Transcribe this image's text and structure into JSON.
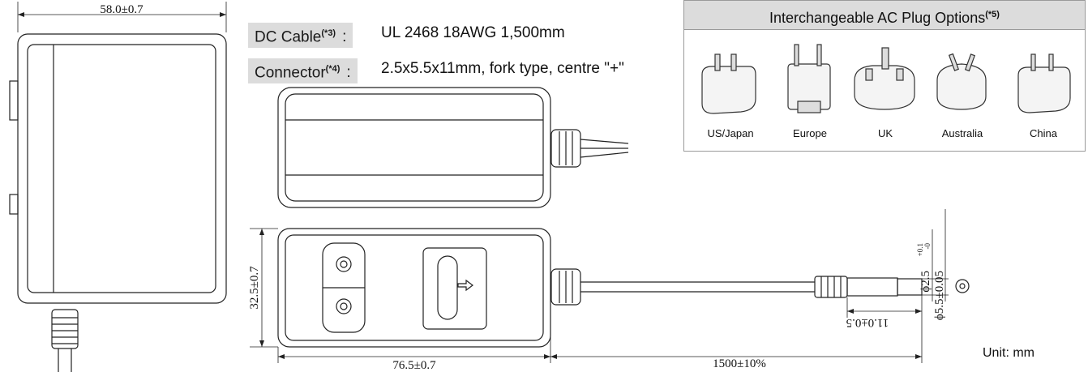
{
  "specs": {
    "dc_cable": {
      "label": "DC Cable",
      "ref": "(*3)",
      "sep": ":",
      "value": "UL 2468 18AWG 1,500mm"
    },
    "connector": {
      "label": "Connector",
      "ref": "(*4)",
      "sep": ":",
      "value": "2.5x5.5x11mm, fork type, centre \"+\""
    }
  },
  "plug_panel": {
    "title": "Interchangeable AC Plug Options",
    "ref": "(*5)",
    "plugs": [
      {
        "name": "US/Japan",
        "icon": "us-japan-plug-icon"
      },
      {
        "name": "Europe",
        "icon": "europe-plug-icon"
      },
      {
        "name": "UK",
        "icon": "uk-plug-icon"
      },
      {
        "name": "Australia",
        "icon": "australia-plug-icon"
      },
      {
        "name": "China",
        "icon": "china-plug-icon"
      }
    ]
  },
  "dimensions": {
    "width_side": "58.0±0.7",
    "height_front": "32.5±0.7",
    "length_front": "76.5±0.7",
    "cable_length": "1500±10%",
    "plug_length": "11.0±0.5",
    "inner_diameter": "ϕ2.5",
    "inner_tolerance_plus": "+0.1",
    "inner_tolerance_minus": "-0",
    "outer_diameter": "ϕ5.5±0.05"
  },
  "unit": "Unit: mm"
}
